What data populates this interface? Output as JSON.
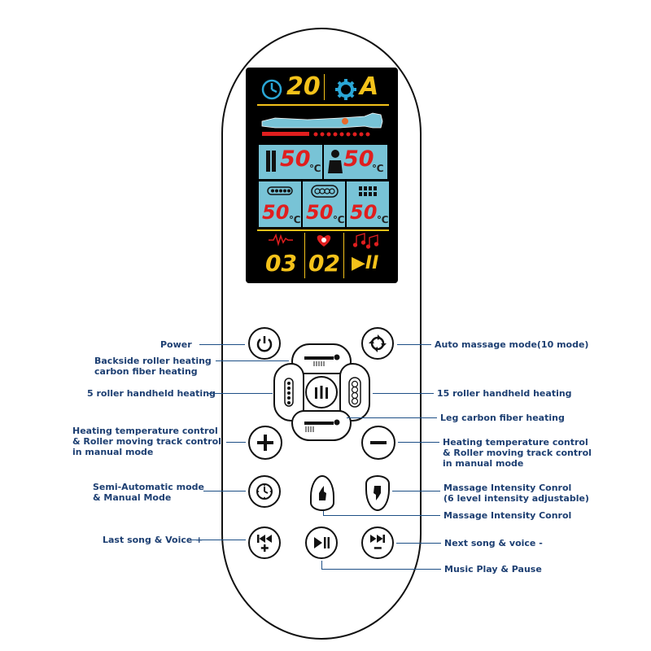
{
  "screen": {
    "timer_value": "20",
    "mode_value": "A",
    "temp_left_top": "50",
    "temp_right_top": "50",
    "temp_bottom_1": "50",
    "temp_bottom_2": "50",
    "temp_bottom_3": "50",
    "degree_unit": "℃",
    "left_counter": "03",
    "middle_counter": "02",
    "play_symbol": "▶II"
  },
  "labels": {
    "power": "Power",
    "backside_heating_line1": "Backside roller heating",
    "backside_heating_line2": "carbon fiber heating",
    "five_roller": "5 roller handheld heating",
    "heat_temp_left_line1": "Heating temperature control",
    "heat_temp_left_line2": "& Roller moving track control",
    "heat_temp_left_line3": "in manual mode",
    "semi_auto_line1": "Semi-Automatic mode",
    "semi_auto_line2": "& Manual Mode",
    "last_song": "Last song & Voice +",
    "auto_massage": "Auto massage mode(10 mode)",
    "fifteen_roller": "15 roller handheld heating",
    "leg_carbon": "Leg carbon fiber heating",
    "heat_temp_right_line1": "Heating temperature control",
    "heat_temp_right_line2": "& Roller moving track control",
    "heat_temp_right_line3": "in manual mode",
    "intensity_right_line1": "Massage Intensity Conrol",
    "intensity_right_line2": "(6 level intensity adjustable)",
    "intensity_center": "Massage Intensity Conrol",
    "next_song": "Next song & voice -",
    "music_play": "Music Play & Pause"
  },
  "colors": {
    "screen_bg": "#000000",
    "digits_yellow": "#f4c21a",
    "digits_red": "#e01e1e",
    "panel_blue": "#78c3d6",
    "label_navy": "#1d3f72",
    "icon_cyan": "#2aa7d6"
  }
}
